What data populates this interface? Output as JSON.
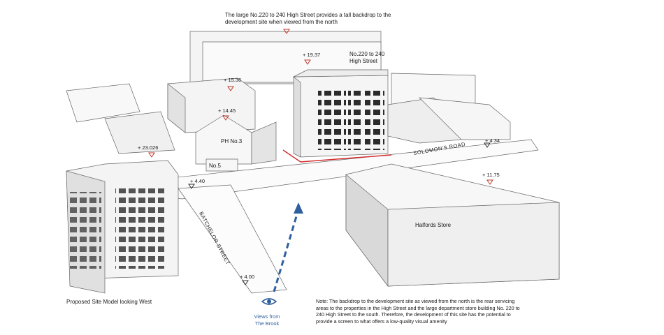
{
  "captions": {
    "top": "The large No.220 to 240 High Street provides a tall backdrop to the development site when viewed from the north",
    "model_title": "Proposed Site Model looking West",
    "note": "Note: The backdrop to the development site as viewed from the north is the rear servicing areas to the properties in the High Street and the large department store building No. 220 to 240 High Street to the south. Therefore, the development of this site has the potential to provide a screen to what offers a low-quality visual amenity",
    "views_from": "Views from The Brook"
  },
  "labels": {
    "high_street_block": "No.220 to 240 High Street",
    "ph_no3": "PH No.3",
    "no5": "No.5",
    "halfords": "Halfords Store",
    "solomons_road": "SOLOMON'S ROAD",
    "batchelor_street": "BATCHELOR STREET"
  },
  "levels": [
    {
      "label": "+ 19.37",
      "color": "#c0392b"
    },
    {
      "label": "+ 15.36",
      "color": "#c0392b"
    },
    {
      "label": "+ 14.45",
      "color": "#c0392b"
    },
    {
      "label": "+ 23.026",
      "color": "#c0392b"
    },
    {
      "label": "+ 4.40",
      "color": "#333333"
    },
    {
      "label": "+ 4.34",
      "color": "#333333"
    },
    {
      "label": "+ 11.75",
      "color": "#c0392b"
    },
    {
      "label": "+ 4.00",
      "color": "#333333"
    }
  ],
  "colors": {
    "site_boundary": "#d32f2f",
    "view_arrow": "#2f5f9e",
    "building_face": "#f2f2f2",
    "building_shade": "#dcdcdc",
    "outline": "#555555"
  },
  "icons": {
    "viewer": "eye-icon",
    "level_marker": "triangle-down-icon"
  }
}
